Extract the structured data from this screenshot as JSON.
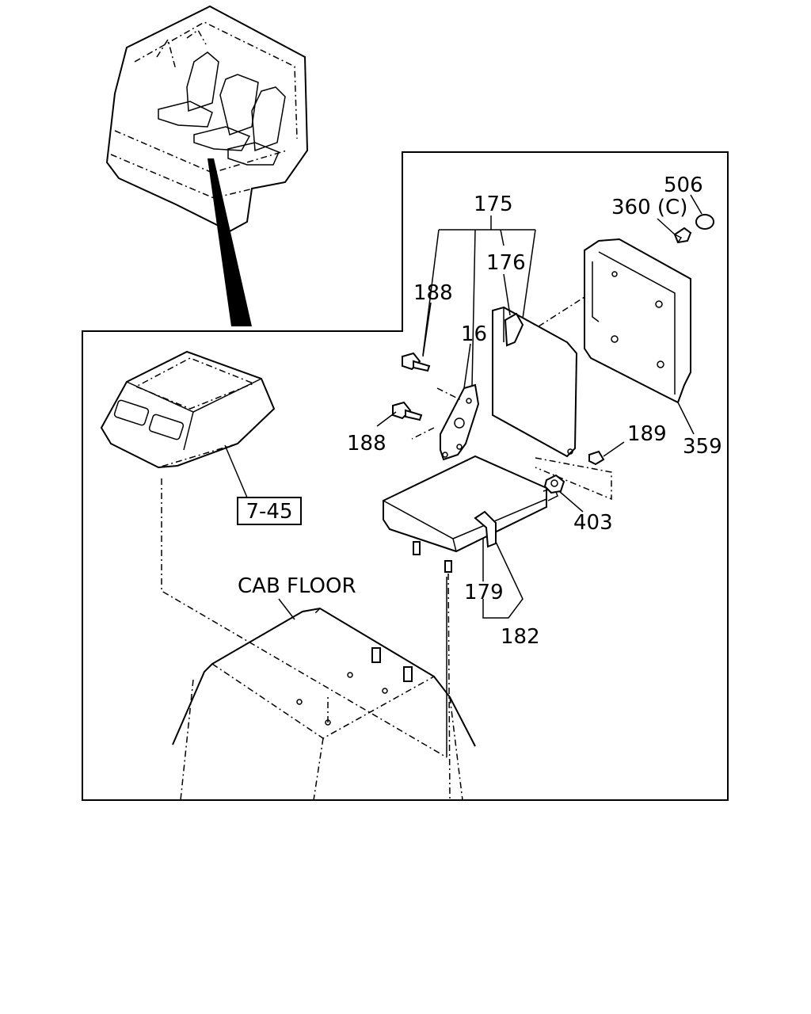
{
  "labels": {
    "p175": "175",
    "p176": "176",
    "p188a": "188",
    "p16": "16",
    "p188b": "188",
    "p506": "506",
    "p360c": "360 (C)",
    "p359": "359",
    "p189": "189",
    "p403": "403",
    "p179": "179",
    "p182": "182",
    "ref": "7-45",
    "cab_floor": "CAB FLOOR"
  }
}
